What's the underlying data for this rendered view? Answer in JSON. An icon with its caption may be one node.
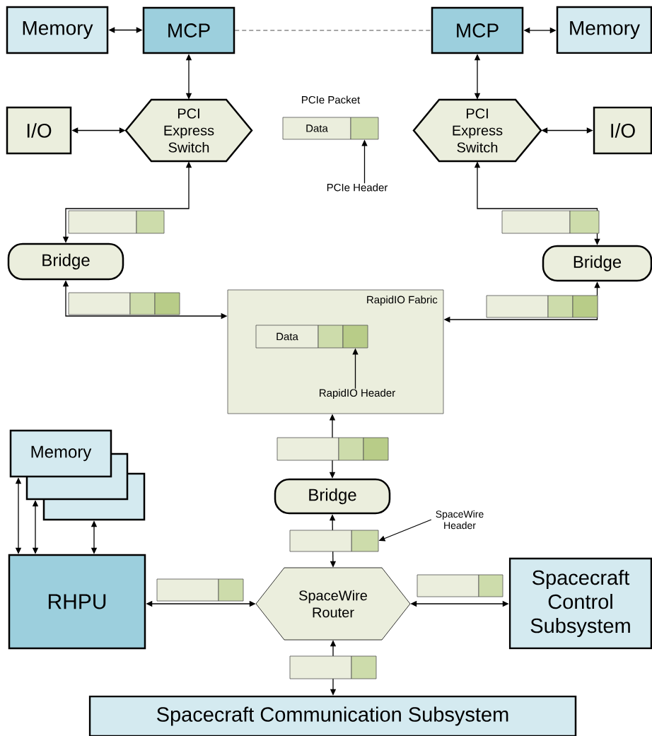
{
  "diagram": {
    "nodes": [
      {
        "text": [
          "Memory"
        ]
      },
      {
        "text": [
          "MCP"
        ]
      },
      {
        "text": [
          "MCP"
        ]
      },
      {
        "text": [
          "Memory"
        ]
      },
      {
        "text": [
          "I/O"
        ]
      },
      {
        "text": [
          "PCI Express Switch"
        ]
      },
      {
        "text": [
          "Data"
        ],
        "beside": [
          "PCIe Packet"
        ]
      },
      {
        "text": [],
        "shape": "box"
      },
      {
        "text": [
          "PCIe Header"
        ]
      },
      {
        "text": [
          "PCI Express Switch"
        ]
      },
      {
        "text": [
          "I/O"
        ]
      },
      {
        "text": [
          "Bridge"
        ]
      },
      {
        "text": [
          "Bridge"
        ]
      },
      {
        "text": [
          "RapidIO Fabric"
        ]
      },
      {
        "text": [
          "Data"
        ],
        "in": 13
      },
      {
        "text": [],
        "shape": "box",
        "in": 13
      },
      {
        "text": [],
        "shape": "box",
        "in": 13
      },
      {
        "text": [
          "RapidIO Header"
        ],
        "in": 13
      },
      {
        "text": [
          "Memory"
        ]
      },
      {
        "text": [],
        "shape": "box"
      },
      {
        "text": [],
        "shape": "box"
      },
      {
        "text": [
          "Bridge"
        ]
      },
      {
        "text": [
          "SpaceWire Header"
        ]
      },
      {
        "text": [],
        "shape": "box"
      },
      {
        "text": [
          "RHPU"
        ]
      },
      {
        "text": [
          "SpaceWire Router"
        ]
      },
      {
        "text": [
          "Spacecraft Control Subsystem"
        ]
      },
      {
        "text": [
          "Spacecraft Communication Subsystem"
        ]
      }
    ],
    "edges": [
      {
        "from": 0,
        "to": 1,
        "arrow": "both"
      },
      {
        "from": 1,
        "to": 2,
        "arrow": "none",
        "style": "dashed"
      },
      {
        "from": 2,
        "to": 3,
        "arrow": "both"
      },
      {
        "from": 1,
        "to": 5,
        "arrow": "both"
      },
      {
        "from": 4,
        "to": 5,
        "arrow": "both"
      },
      {
        "from": 9,
        "to": 10,
        "arrow": "both"
      },
      {
        "from": 2,
        "to": 9,
        "arrow": "both"
      },
      {
        "from": 5,
        "to": 11,
        "arrow": "both"
      },
      {
        "from": 11,
        "to": 13,
        "arrow": "both"
      },
      {
        "from": 9,
        "to": 12,
        "arrow": "both"
      },
      {
        "from": 12,
        "to": 13,
        "arrow": "both"
      },
      {
        "from": 13,
        "to": 21,
        "arrow": "both"
      },
      {
        "from": 21,
        "to": 25,
        "arrow": "both"
      },
      {
        "from": 25,
        "to": 24,
        "arrow": "both"
      },
      {
        "from": 25,
        "to": 26,
        "arrow": "both"
      },
      {
        "from": 25,
        "to": 27,
        "arrow": "both"
      },
      {
        "from": 18,
        "to": 24,
        "arrow": "both"
      },
      {
        "from": 19,
        "to": 24,
        "arrow": "both"
      },
      {
        "from": 20,
        "to": 24,
        "arrow": "both"
      },
      {
        "from": 8,
        "to": 7,
        "arrow": "to"
      },
      {
        "from": 17,
        "to": 16,
        "arrow": "to"
      },
      {
        "from": 22,
        "to": 23,
        "arrow": "to"
      }
    ]
  }
}
